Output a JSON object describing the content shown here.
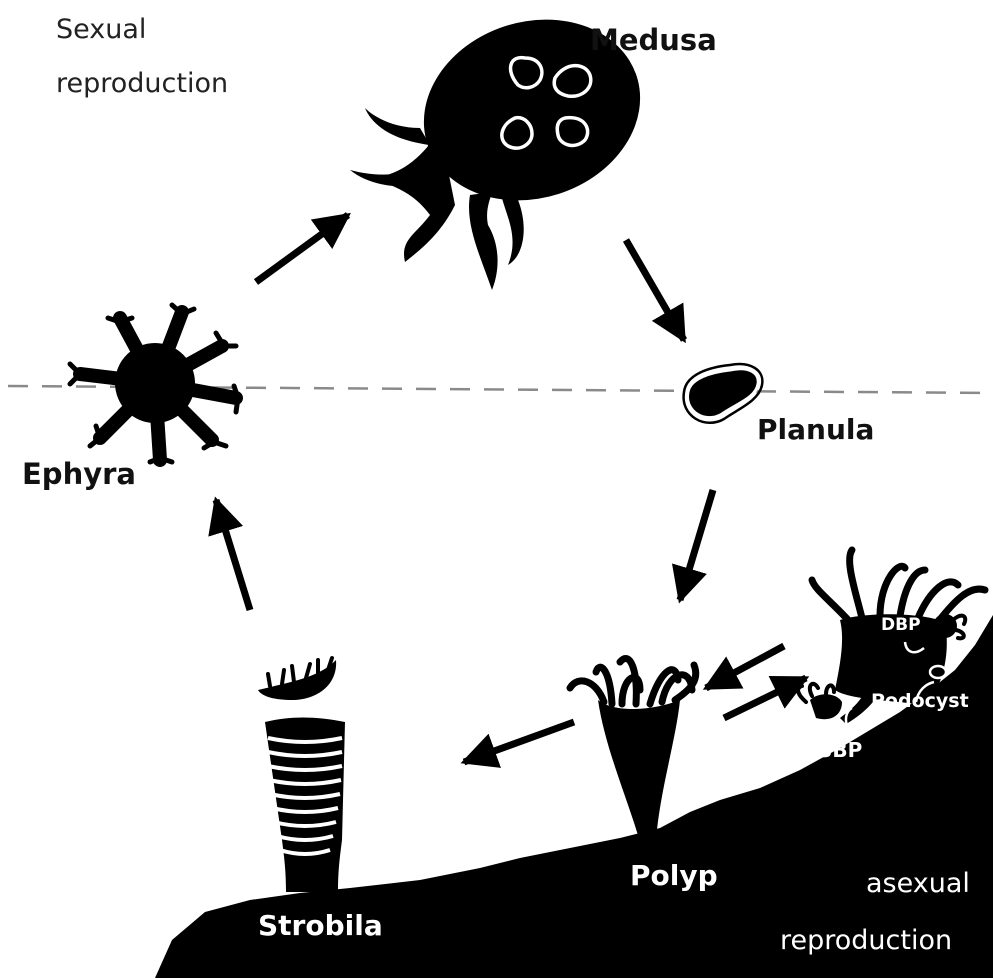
{
  "labels": {
    "sexual_line1": "Sexual",
    "sexual_line2": "reproduction",
    "medusa": "Medusa",
    "planula": "Planula",
    "ephyra": "Ephyra",
    "polyp": "Polyp",
    "strobila": "Strobila",
    "dbp": "DBP",
    "podocyst": "Podocyst",
    "sbp": "SBP",
    "asexual_line1": "asexual",
    "asexual_line2": "reproduction"
  },
  "colors": {
    "ink": "#000000",
    "background": "#ffffff",
    "divider": "#8a8a8a"
  }
}
